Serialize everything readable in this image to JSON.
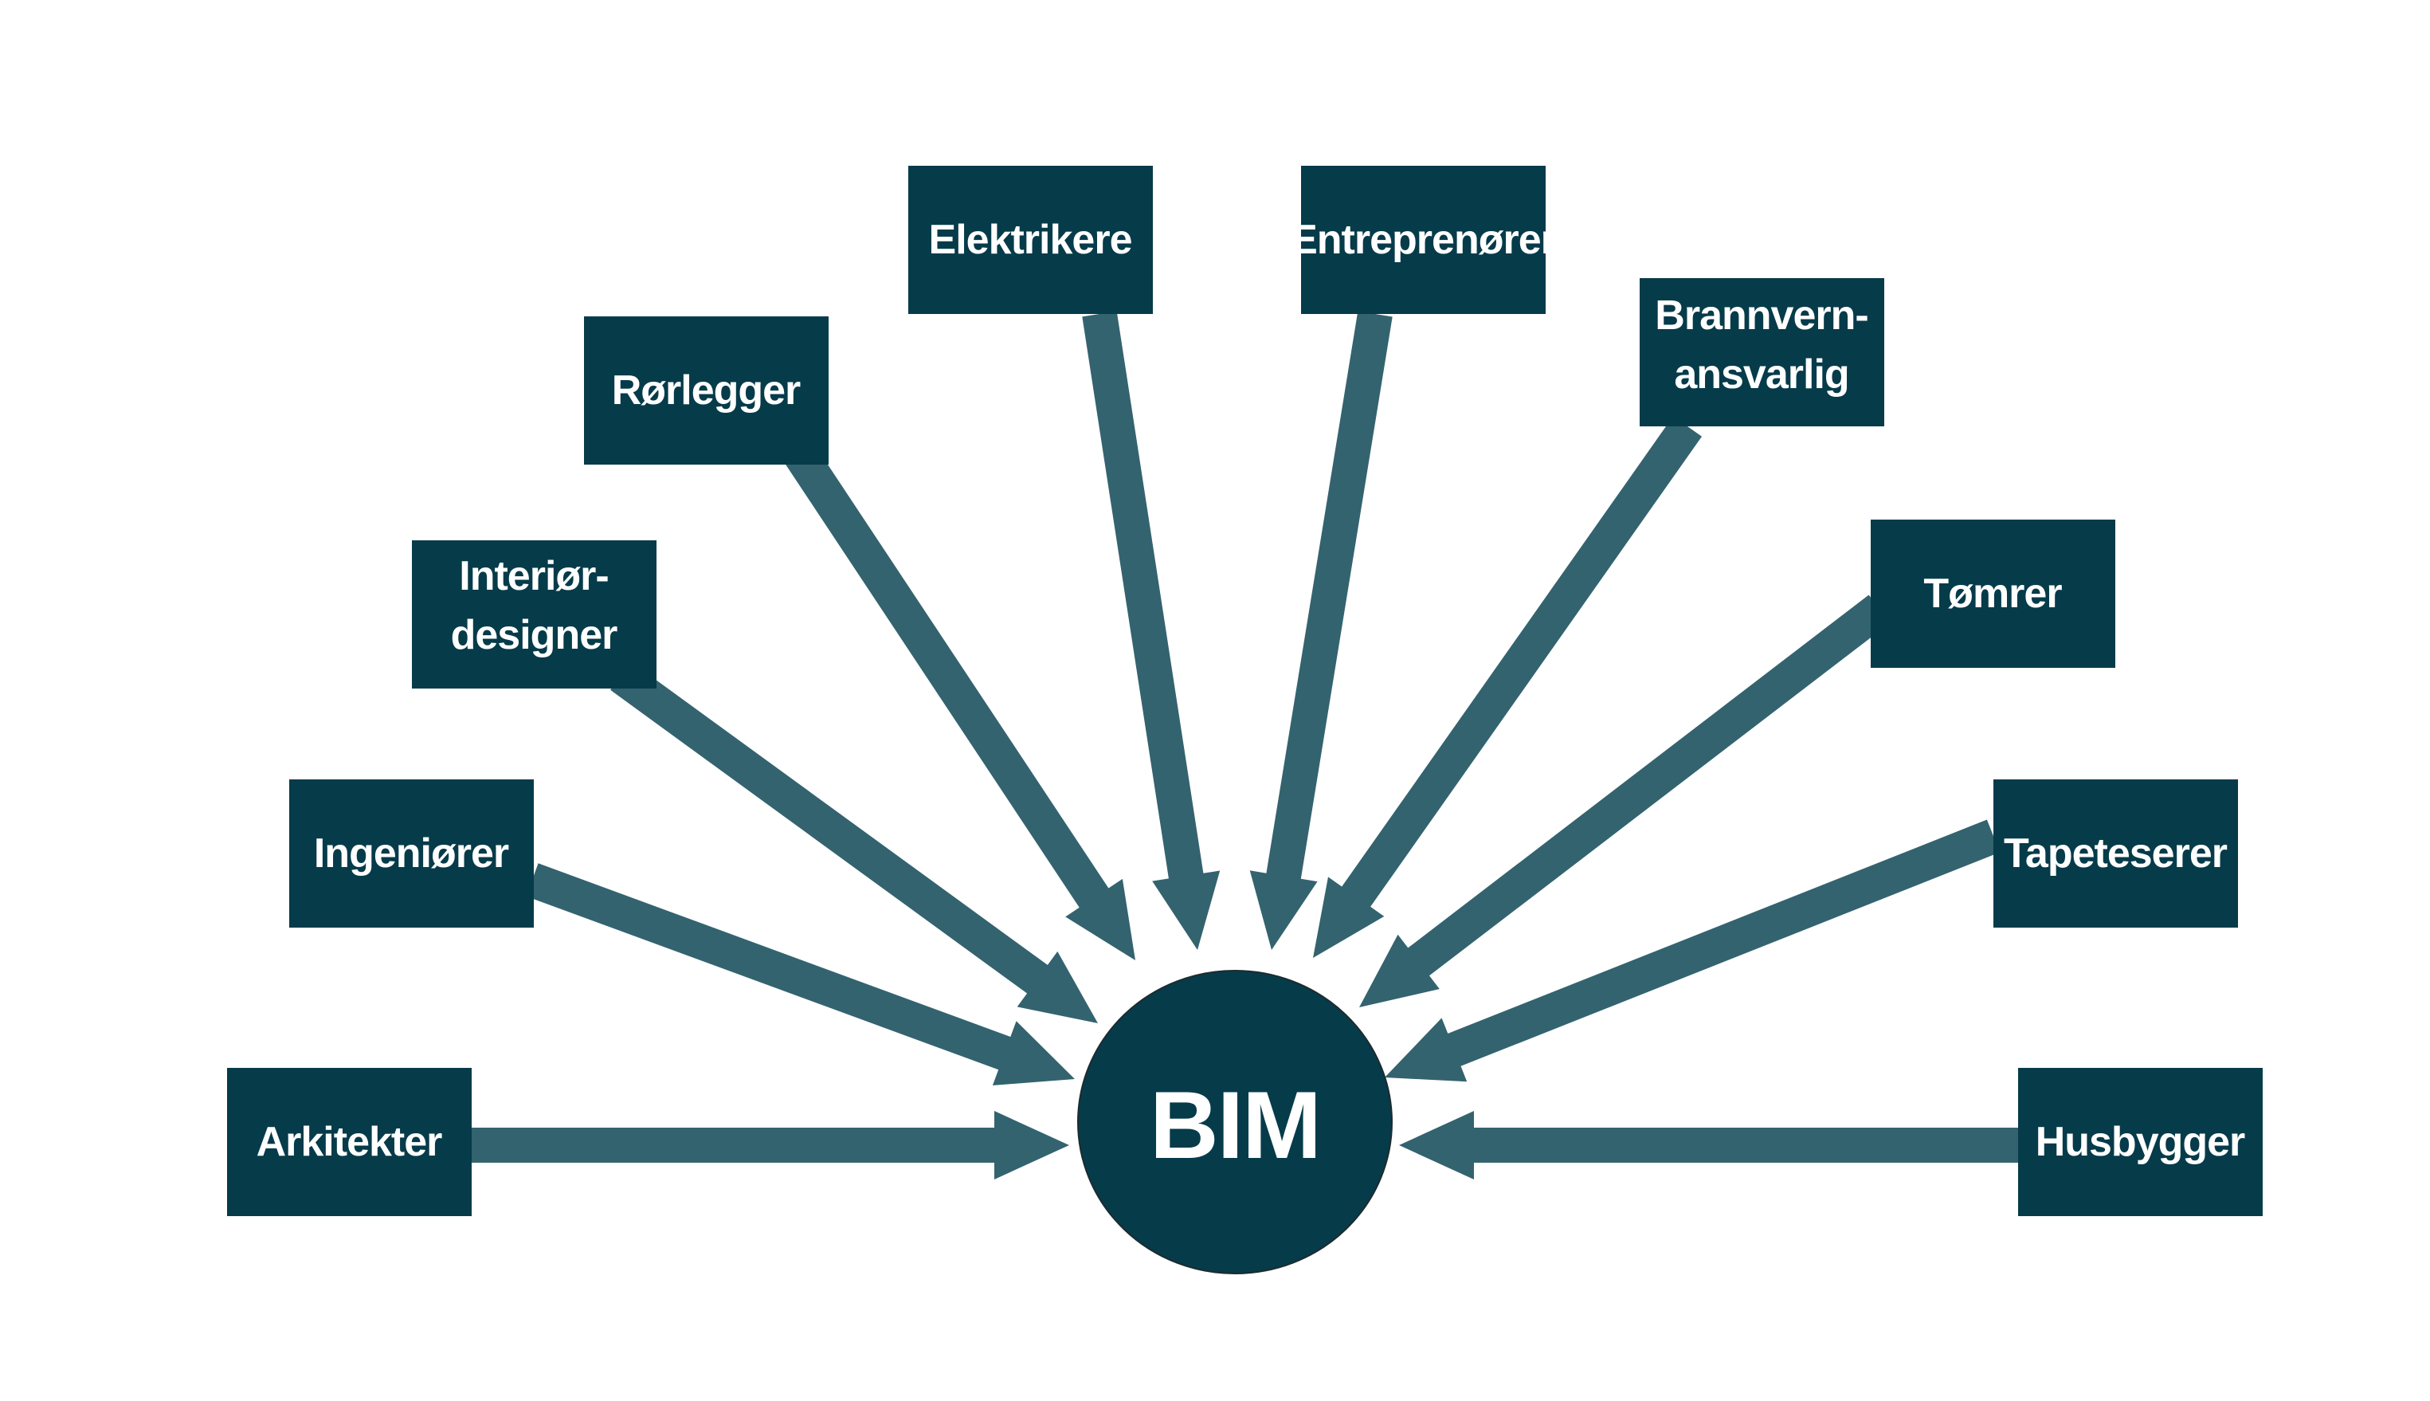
{
  "diagram": {
    "center": {
      "label": "BIM"
    },
    "nodes": [
      {
        "id": "arkitekter",
        "lines": [
          "Arkitekter"
        ]
      },
      {
        "id": "ingeniorer",
        "lines": [
          "Ingeniører"
        ]
      },
      {
        "id": "interiordesigner",
        "lines": [
          "Interiør-",
          "designer"
        ]
      },
      {
        "id": "rorlegger",
        "lines": [
          "Rørlegger"
        ]
      },
      {
        "id": "elektrikere",
        "lines": [
          "Elektrikere"
        ]
      },
      {
        "id": "entreprenorer",
        "lines": [
          "Entreprenører"
        ]
      },
      {
        "id": "brannvernansvarlig",
        "lines": [
          "Brannvern-",
          "ansvarlig"
        ]
      },
      {
        "id": "tomrer",
        "lines": [
          "Tømrer"
        ]
      },
      {
        "id": "tapeteserer",
        "lines": [
          "Tapeteserer"
        ]
      },
      {
        "id": "husbygger",
        "lines": [
          "Husbygger"
        ]
      }
    ],
    "colors": {
      "box": "#063b4a",
      "arrow": "#33636f",
      "text": "#ffffff",
      "background": "#ffffff"
    }
  }
}
